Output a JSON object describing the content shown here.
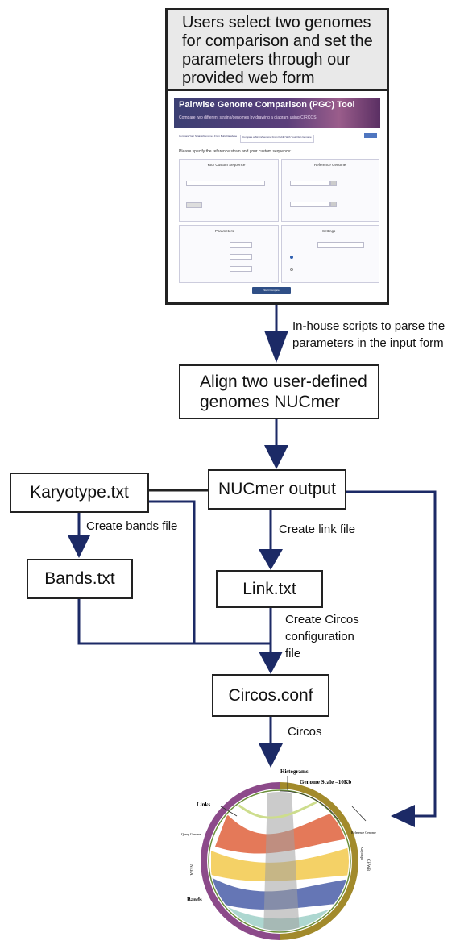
{
  "top_panel": {
    "caption": "Users select two genomes for comparison and set the parameters through our provided web form",
    "screenshot": {
      "title": "Pairwise Genome Comparison (PGC) Tool",
      "subtitle": "Compare two different strains/genomes by drawing a diagram using CIRCOS",
      "tab_1": "Compare Your Strains/Genomes From Build Database",
      "tab_2": "Compare a Strain/Genome From Public With Your Own Genome",
      "prompt": "Please specify the reference strain and your custom sequence:",
      "card_custom": "Your Custom Sequence",
      "card_reference": "Reference Genome",
      "card_parameters": "Parameters",
      "card_settings": "Settings",
      "submit": "Start Compare"
    }
  },
  "edges": {
    "parse_label": "In-house scripts to parse the\nparameters in the input form",
    "bands_label": "Create  bands file",
    "link_label": "Create link file",
    "circos_conf_label": "Create  Circos\nconfiguration\nfile",
    "circos_label": "Circos"
  },
  "nodes": {
    "align": "Align two user-defined\ngenomes NUCmer",
    "nucmer_output": "NUCmer output",
    "karyotype": "Karyotype.txt",
    "bands": "Bands.txt",
    "link": "Link.txt",
    "circos_conf": "Circos.conf"
  },
  "figure": {
    "histograms": "Histograms",
    "genome_scale": "Genome  Scale  =10Kb",
    "links": "Links",
    "query_genome": "Query Genome",
    "reference_genome": "Reference Genome",
    "bands": "Bands",
    "karyotype": "Karyotype",
    "chr_left": "NEBA",
    "chr_right": "CHWB"
  },
  "colors": {
    "arrow": "#1c2a66",
    "line": "#1c2a66",
    "ring_left": "#8c4a8a",
    "ring_right": "#a28a2b"
  }
}
